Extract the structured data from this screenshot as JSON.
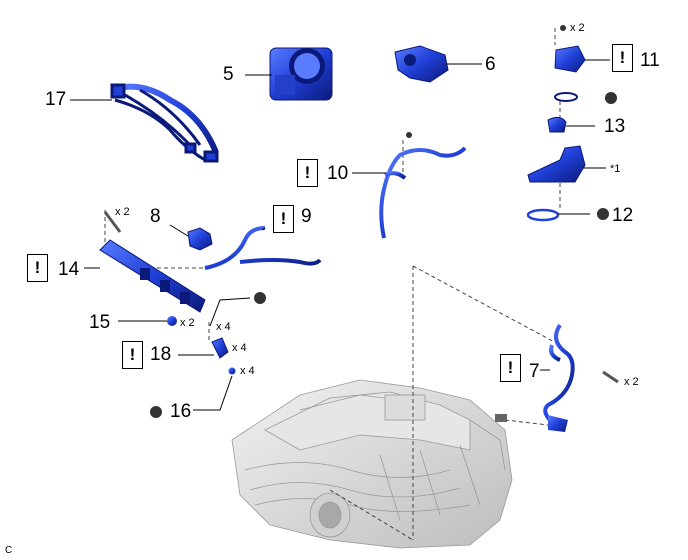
{
  "figure_code": "C",
  "colors": {
    "part_blue": "#1f3fd6",
    "part_dark": "#0b1a7a",
    "engine_gray": "#d8d8d8",
    "line": "#000000"
  },
  "warning_glyph": "!",
  "callouts": [
    {
      "id": "17",
      "label": "17"
    },
    {
      "id": "5",
      "label": "5"
    },
    {
      "id": "6",
      "label": "6"
    },
    {
      "id": "11",
      "label": "11"
    },
    {
      "id": "13",
      "label": "13"
    },
    {
      "id": "12",
      "label": "12"
    },
    {
      "id": "10",
      "label": "10"
    },
    {
      "id": "8",
      "label": "8"
    },
    {
      "id": "9",
      "label": "9"
    },
    {
      "id": "14",
      "label": "14"
    },
    {
      "id": "15",
      "label": "15"
    },
    {
      "id": "18",
      "label": "18"
    },
    {
      "id": "16",
      "label": "16"
    },
    {
      "id": "7",
      "label": "7"
    }
  ],
  "quantities": {
    "bolt_11": "x 2",
    "bolt_14": "x 2",
    "part_15": "x 2",
    "seal_top": "x 4",
    "injector_18": "x 4",
    "ring_16": "x 4",
    "bolt_7": "x 2"
  },
  "note_marker": "*1"
}
